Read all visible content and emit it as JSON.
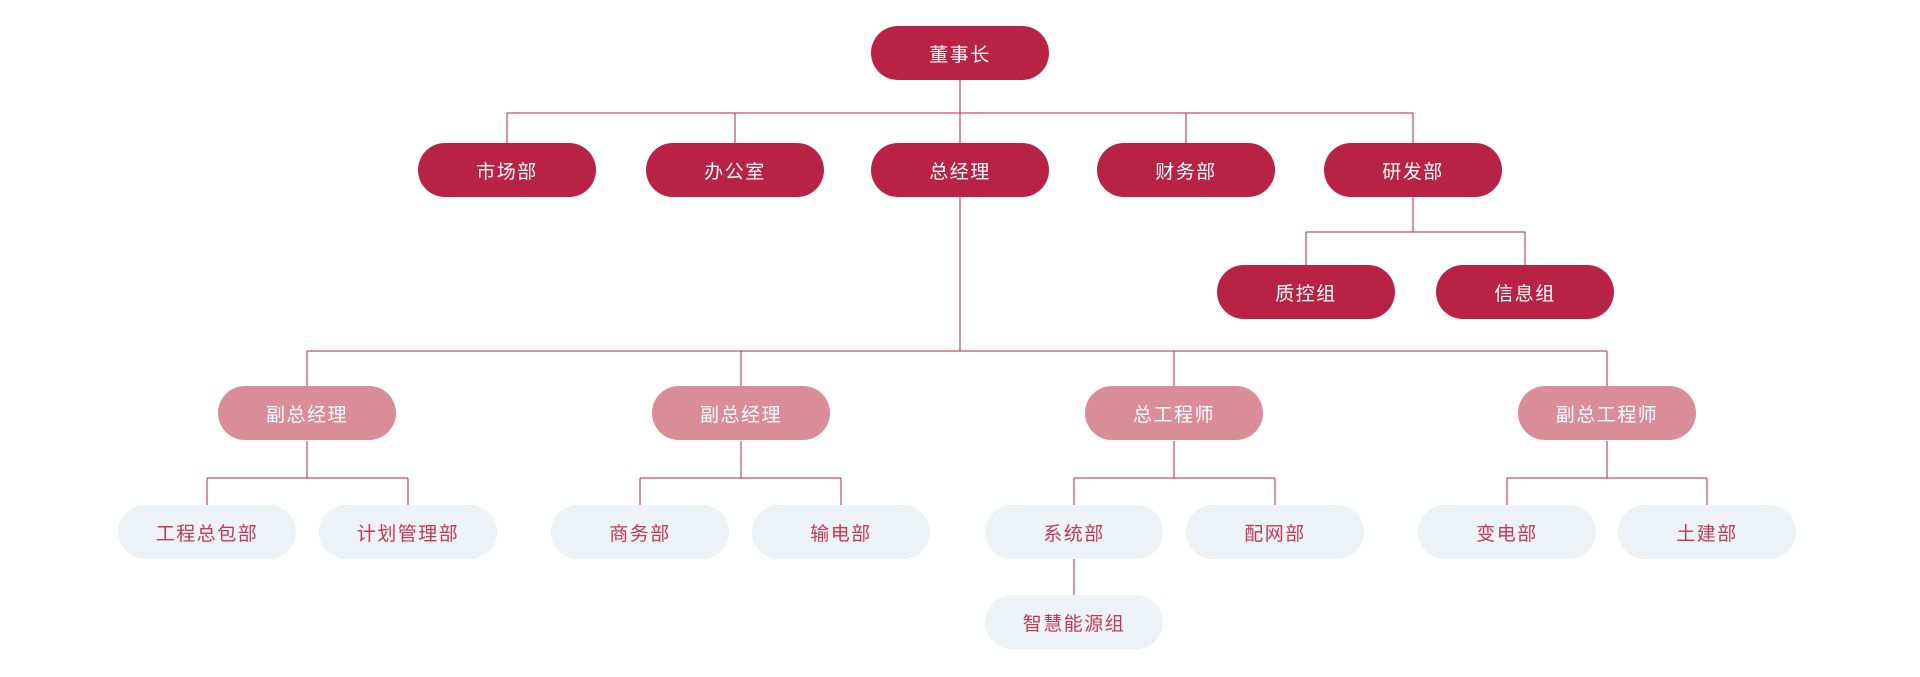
{
  "diagram": {
    "type": "org-chart",
    "colors": {
      "canvas_bg": "#ffffff",
      "primary_node_bg": "#b82345",
      "primary_node_text": "#ffffff",
      "secondary_node_bg": "#d98d99",
      "secondary_node_text": "#ffffff",
      "leaf_node_bg": "#edf2f6",
      "leaf_node_text": "#bf3b53",
      "connector": "#b82345"
    },
    "nodes": {
      "chairman": {
        "label": "董事长",
        "level": "primary"
      },
      "marketing_dept": {
        "label": "市场部",
        "level": "primary"
      },
      "office": {
        "label": "办公室",
        "level": "primary"
      },
      "general_manager": {
        "label": "总经理",
        "level": "primary"
      },
      "finance_dept": {
        "label": "财务部",
        "level": "primary"
      },
      "rnd_dept": {
        "label": "研发部",
        "level": "primary"
      },
      "quality_control_group": {
        "label": "质控组",
        "level": "primary"
      },
      "information_group": {
        "label": "信息组",
        "level": "primary"
      },
      "deputy_gm_1": {
        "label": "副总经理",
        "level": "secondary"
      },
      "deputy_gm_2": {
        "label": "副总经理",
        "level": "secondary"
      },
      "chief_engineer": {
        "label": "总工程师",
        "level": "secondary"
      },
      "deputy_chief_engineer": {
        "label": "副总工程师",
        "level": "secondary"
      },
      "epc_dept": {
        "label": "工程总包部",
        "level": "leaf"
      },
      "planning_dept": {
        "label": "计划管理部",
        "level": "leaf"
      },
      "commerce_dept": {
        "label": "商务部",
        "level": "leaf"
      },
      "transmission_dept": {
        "label": "输电部",
        "level": "leaf"
      },
      "system_dept": {
        "label": "系统部",
        "level": "leaf"
      },
      "distribution_dept": {
        "label": "配网部",
        "level": "leaf"
      },
      "substation_dept": {
        "label": "变电部",
        "level": "leaf"
      },
      "civil_dept": {
        "label": "土建部",
        "level": "leaf"
      },
      "smart_energy_group": {
        "label": "智慧能源组",
        "level": "leaf"
      }
    },
    "hierarchy": {
      "董事长": {
        "市场部": {},
        "办公室": {},
        "总经理": {
          "副总经理 (1)": {
            "工程总包部": {},
            "计划管理部": {}
          },
          "副总经理 (2)": {
            "商务部": {},
            "输电部": {}
          },
          "总工程师": {
            "系统部": {
              "智慧能源组": {}
            },
            "配网部": {}
          },
          "副总工程师": {
            "变电部": {},
            "土建部": {}
          }
        },
        "财务部": {},
        "研发部": {
          "质控组": {},
          "信息组": {}
        }
      }
    }
  }
}
